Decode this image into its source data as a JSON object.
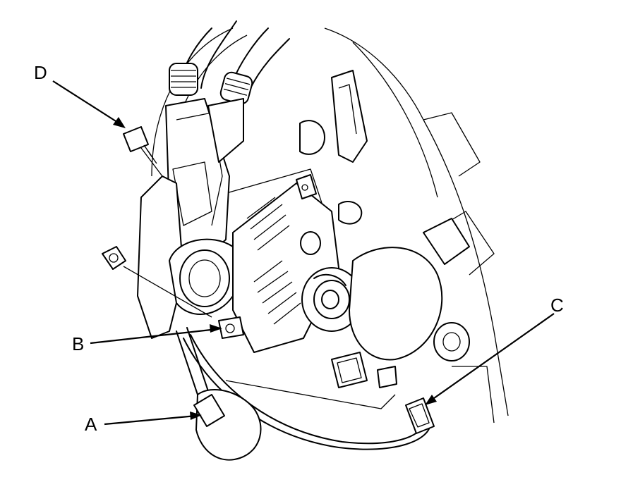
{
  "callouts": [
    {
      "id": "A",
      "label": "A"
    },
    {
      "id": "B",
      "label": "B"
    },
    {
      "id": "C",
      "label": "C"
    },
    {
      "id": "D",
      "label": "D"
    }
  ],
  "colors": {
    "stroke": "#000000",
    "background": "#ffffff"
  }
}
